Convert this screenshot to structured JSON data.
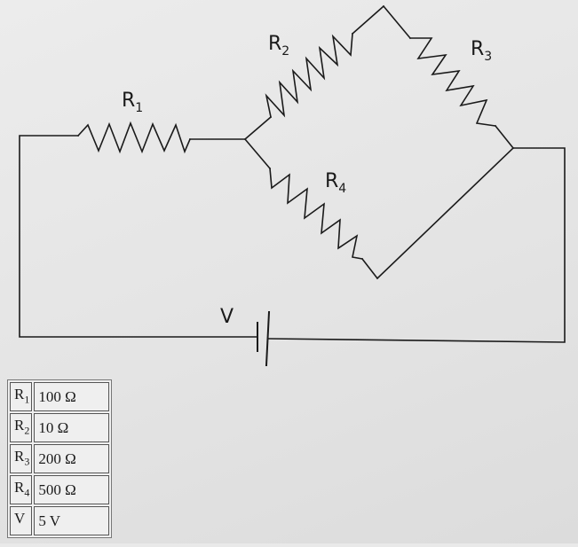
{
  "diagram": {
    "labels": {
      "r1": {
        "main": "R",
        "sub": "1"
      },
      "r2": {
        "main": "R",
        "sub": "2"
      },
      "r3": {
        "main": "R",
        "sub": "3"
      },
      "r4": {
        "main": "R",
        "sub": "4"
      },
      "v": {
        "main": "V"
      }
    }
  },
  "table": {
    "rows": [
      {
        "symbol": "R",
        "sub": "1",
        "value": "100 Ω"
      },
      {
        "symbol": "R",
        "sub": "2",
        "value": "10 Ω"
      },
      {
        "symbol": "R",
        "sub": "3",
        "value": "200 Ω"
      },
      {
        "symbol": "R",
        "sub": "4",
        "value": "500 Ω"
      },
      {
        "symbol": "V",
        "sub": "",
        "value": "5 V"
      }
    ]
  }
}
